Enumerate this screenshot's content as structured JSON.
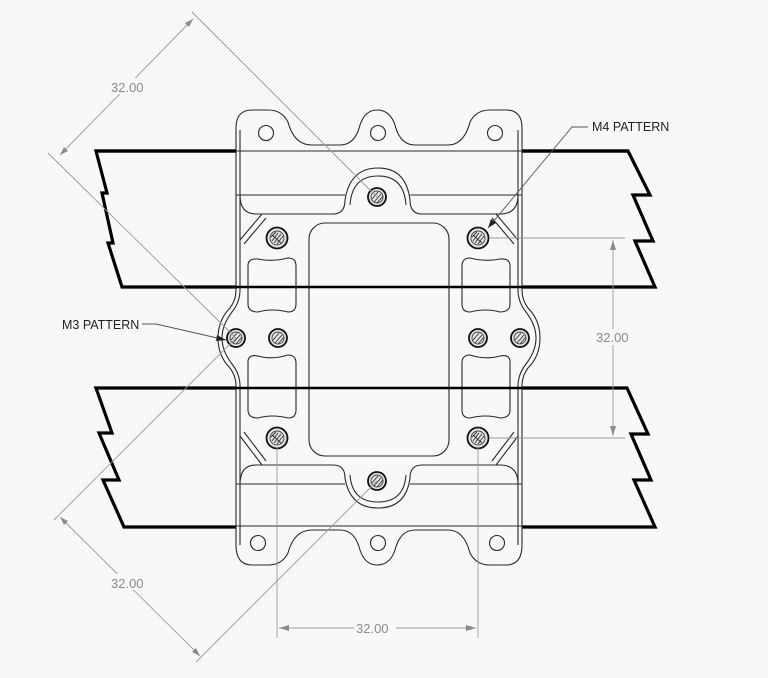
{
  "drawing": {
    "title": "Frame mount plate technical drawing",
    "background": "#f8f8f8",
    "line_color": "#2a2a2a",
    "dimension_color": "#9a9a9a"
  },
  "callouts": {
    "m4": {
      "label": "M4 PATTERN"
    },
    "m3": {
      "label": "M3 PATTERN"
    }
  },
  "dimensions": {
    "top_left_diagonal": {
      "value": "32.00"
    },
    "bottom_left_diagonal": {
      "value": "32.00"
    },
    "right_vertical": {
      "value": "32.00"
    },
    "bottom_horizontal": {
      "value": "32.00"
    }
  },
  "fasteners": {
    "m4_pattern": {
      "count": 4,
      "icon": "screw-icon"
    },
    "m3_pattern": {
      "count": 4,
      "icon": "screw-icon"
    },
    "center": {
      "count": 2,
      "icon": "screw-icon"
    }
  },
  "mounting_holes": {
    "count": 6
  }
}
